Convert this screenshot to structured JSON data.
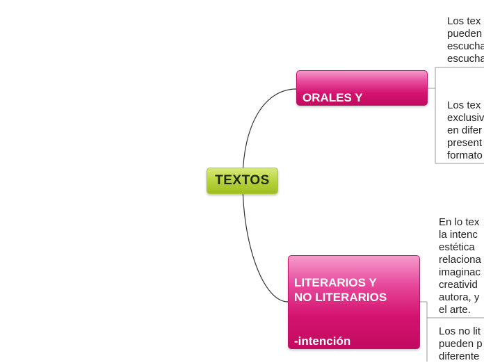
{
  "root": {
    "label": "TEXTOS"
  },
  "branches": [
    {
      "label": "ORALES Y\nESCRITOS",
      "children": [
        "Los tex\npueden\nescucha\nescucha",
        "Los tex\nexclusiv\nen difer\npresent\nformato"
      ]
    },
    {
      "label": "LITERARIOS Y\nNO LITERARIOS\n\n\n-intención\ncomunicativa",
      "children": [
        "En lo tex\nla intenc\nestética\nrelaciona\nimaginac\ncreativid\nautora, y\nel arte.",
        "Los no lit\npueden p\ndiferente"
      ]
    }
  ],
  "colors": {
    "root": "#b6d23a",
    "branch": "#d4136f",
    "connector": "#333333",
    "bracket": "#999999"
  }
}
